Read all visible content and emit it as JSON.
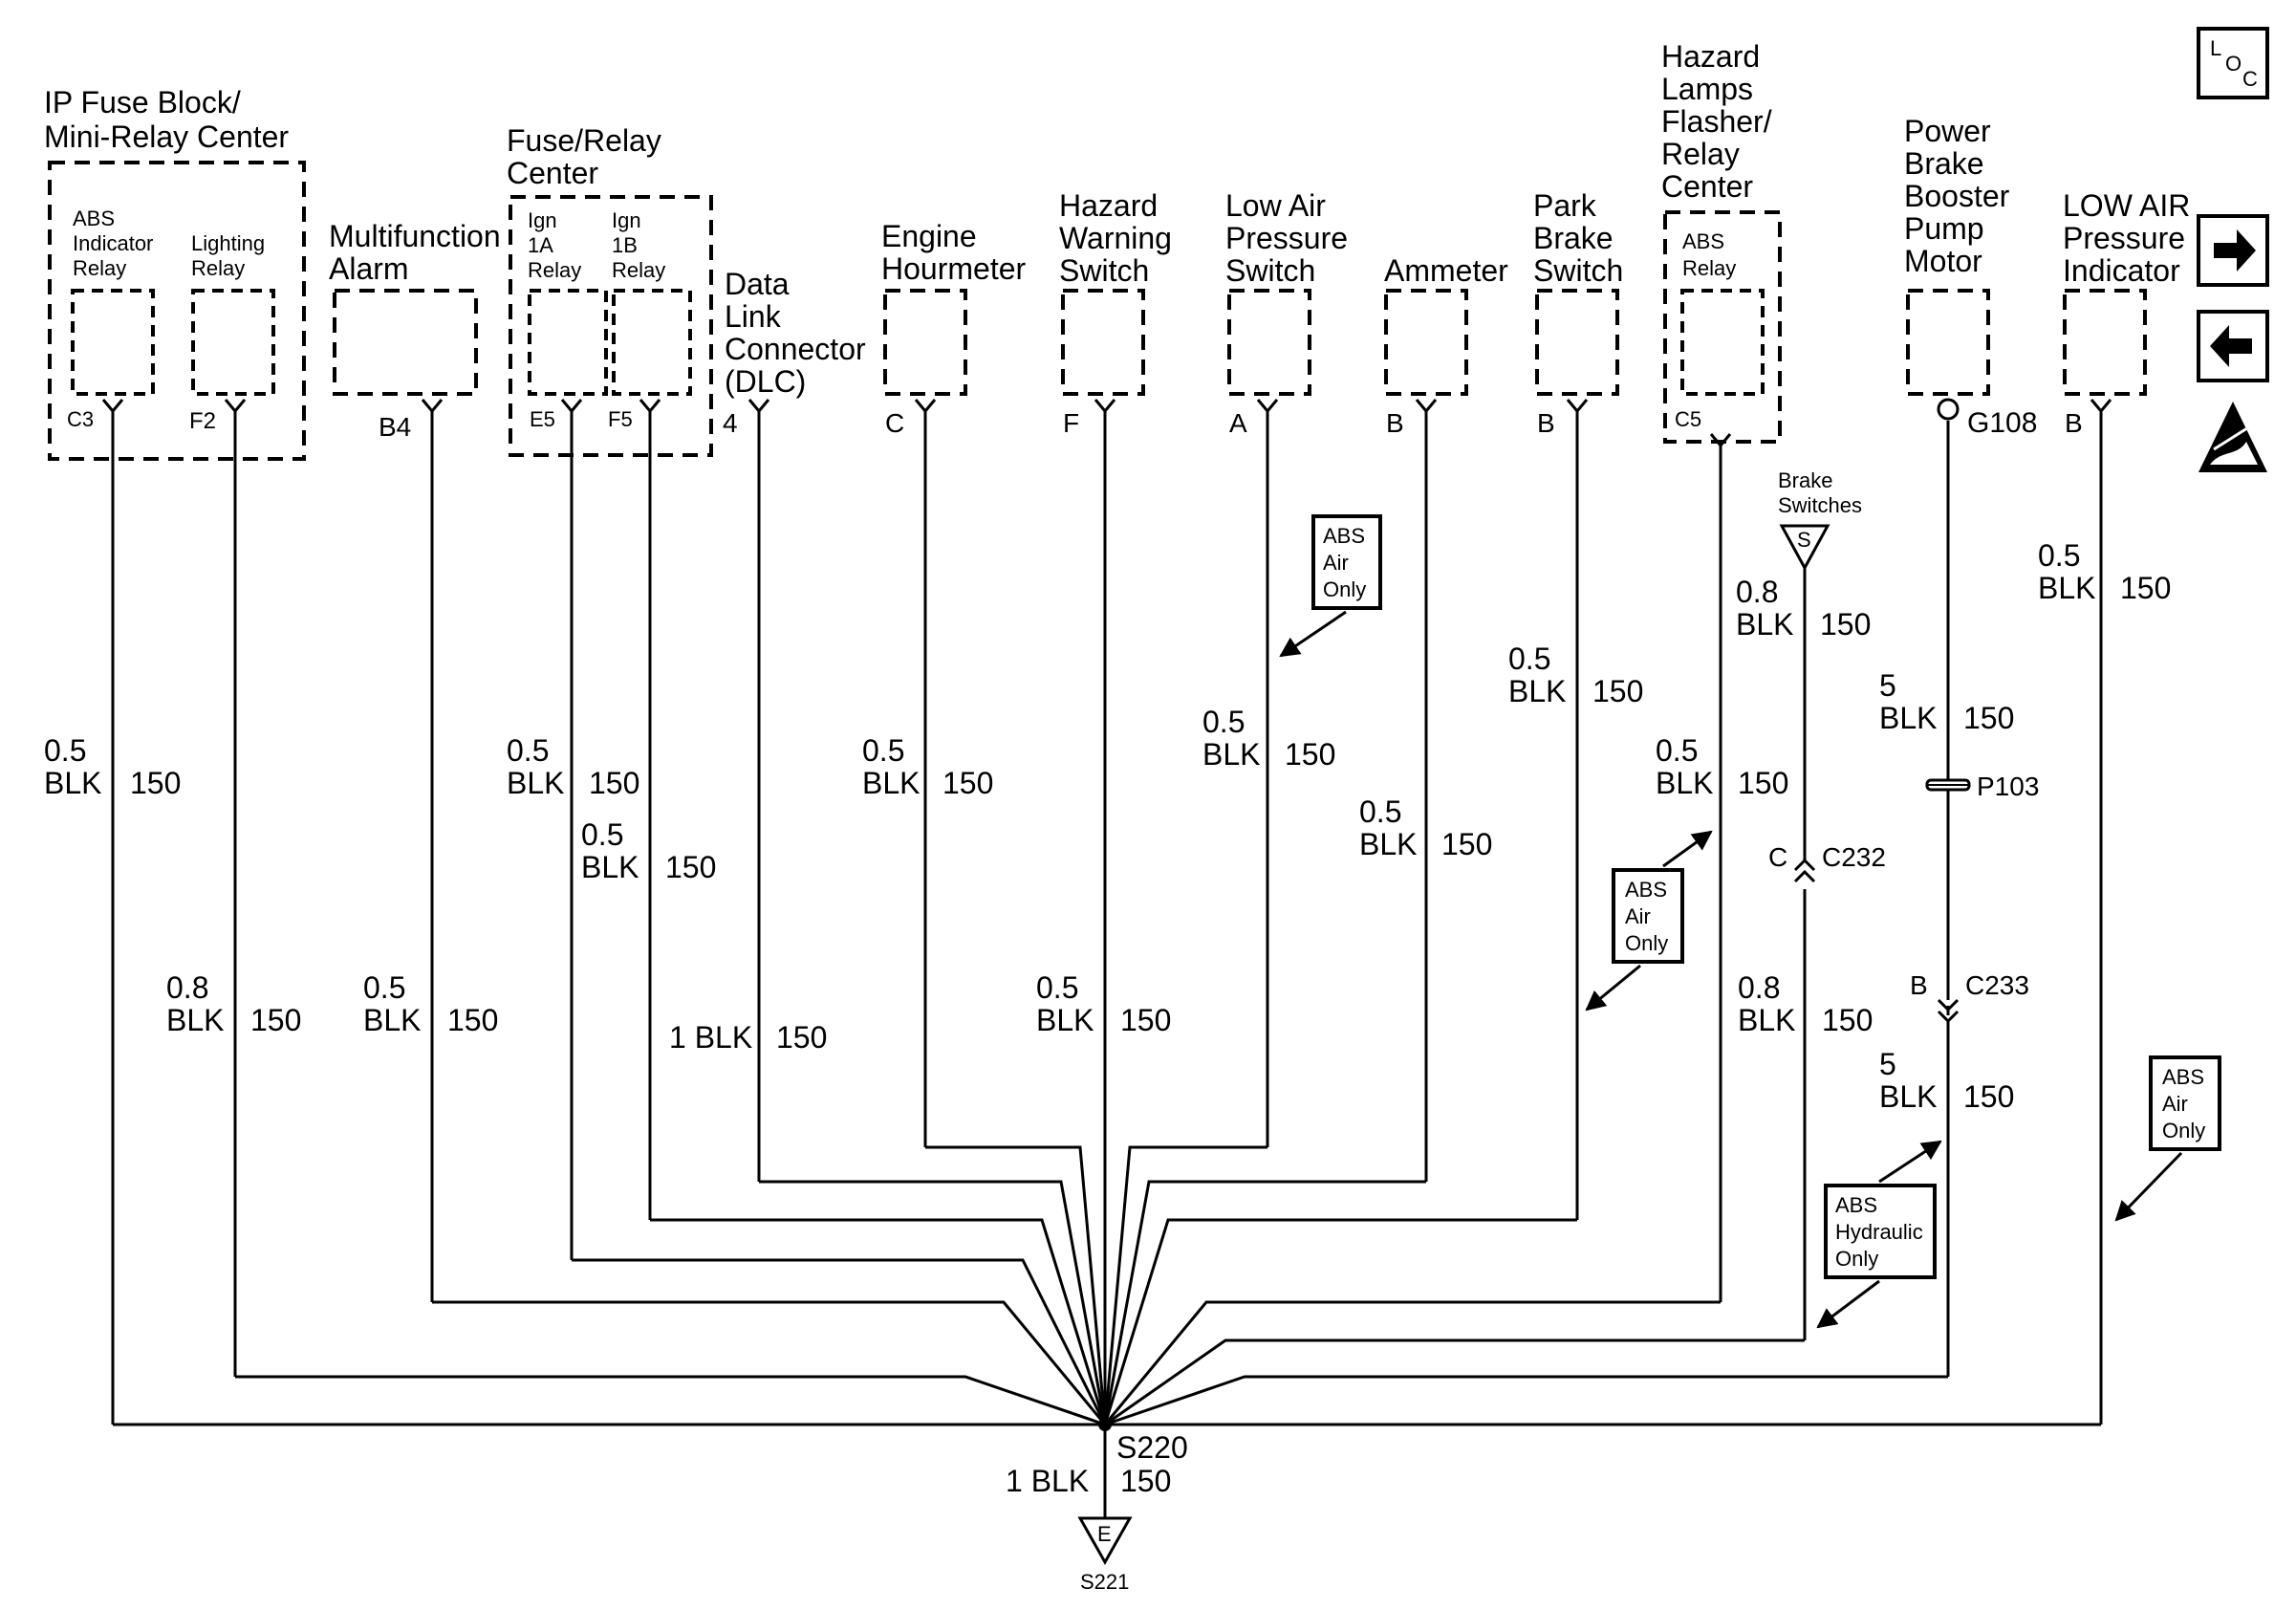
{
  "components": {
    "ip_fuse": {
      "title1": "IP Fuse Block/",
      "title2": "Mini-Relay Center",
      "abs_relay": [
        "ABS",
        "Indicator",
        "Relay"
      ],
      "light_relay": [
        "Lighting",
        "Relay"
      ],
      "pin_c3": "C3",
      "pin_f2": "F2"
    },
    "multifunction": {
      "line1": "Multifunction",
      "line2": "Alarm",
      "pin": "B4"
    },
    "fuse_relay": {
      "line1": "Fuse/Relay",
      "line2": "Center",
      "ign1a": [
        "Ign",
        "1A",
        "Relay"
      ],
      "ign1b": [
        "Ign",
        "1B",
        "Relay"
      ],
      "pin_e5": "E5",
      "pin_f5": "F5"
    },
    "dlc": {
      "lines": [
        "Data",
        "Link",
        "Connector",
        "(DLC)"
      ],
      "pin": "4"
    },
    "hourmeter": {
      "lines": [
        "Engine",
        "Hourmeter"
      ],
      "pin": "C"
    },
    "hazard_switch": {
      "lines": [
        "Hazard",
        "Warning",
        "Switch"
      ],
      "pin": "F"
    },
    "low_air_switch": {
      "lines": [
        "Low Air",
        "Pressure",
        "Switch"
      ],
      "pin": "A"
    },
    "ammeter": {
      "lines": [
        "Ammeter"
      ],
      "pin": "B"
    },
    "park_brake": {
      "lines": [
        "Park",
        "Brake",
        "Switch"
      ],
      "pin": "B"
    },
    "hazard_flasher": {
      "lines": [
        "Hazard",
        "Lamps",
        "Flasher/",
        "Relay",
        "Center"
      ],
      "abs_relay": [
        "ABS",
        "Relay"
      ],
      "pin": "C5"
    },
    "brake_switches": {
      "lines": [
        "Brake",
        "Switches"
      ],
      "symbol": "S"
    },
    "power_brake": {
      "lines": [
        "Power",
        "Brake",
        "Booster",
        "Pump",
        "Motor"
      ],
      "ground": "G108"
    },
    "low_air_indicator": {
      "lines": [
        "LOW AIR",
        "Pressure",
        "Indicator"
      ],
      "pin": "B"
    }
  },
  "wires": {
    "w1": {
      "size": "0.5",
      "color": "BLK",
      "circuit": "150"
    },
    "w2": {
      "size": "0.8",
      "color": "BLK",
      "circuit": "150"
    },
    "w3": {
      "size": "0.5",
      "color": "BLK",
      "circuit": "150"
    },
    "w4": {
      "size": "0.5",
      "color": "BLK",
      "circuit": "150"
    },
    "w5": {
      "size": "0.5",
      "color": "BLK",
      "circuit": "150"
    },
    "w6": {
      "size": "1",
      "color": "BLK",
      "circuit": "150"
    },
    "w7": {
      "size": "0.5",
      "color": "BLK",
      "circuit": "150"
    },
    "w8": {
      "size": "0.5",
      "color": "BLK",
      "circuit": "150"
    },
    "w9": {
      "size": "0.5",
      "color": "BLK",
      "circuit": "150"
    },
    "w10": {
      "size": "0.5",
      "color": "BLK",
      "circuit": "150"
    },
    "w11": {
      "size": "0.5",
      "color": "BLK",
      "circuit": "150"
    },
    "w12": {
      "size": "0.5",
      "color": "BLK",
      "circuit": "150"
    },
    "w13a": {
      "size": "0.8",
      "color": "BLK",
      "circuit": "150"
    },
    "w13b": {
      "size": "0.8",
      "color": "BLK",
      "circuit": "150"
    },
    "w14a": {
      "size": "5",
      "color": "BLK",
      "circuit": "150"
    },
    "w14b": {
      "size": "5",
      "color": "BLK",
      "circuit": "150"
    },
    "w15": {
      "size": "0.5",
      "color": "BLK",
      "circuit": "150"
    },
    "out": {
      "size": "1 BLK",
      "circuit": "150"
    }
  },
  "connectors": {
    "c232": {
      "pin": "C",
      "name": "C232"
    },
    "c233": {
      "pin": "B",
      "name": "C233"
    },
    "p103": "P103",
    "s220": "S220",
    "s221": "S221",
    "e_symbol": "E"
  },
  "notes": {
    "abs_air": [
      "ABS",
      "Air",
      "Only"
    ],
    "abs_hydraulic": [
      "ABS",
      "Hydraulic",
      "Only"
    ]
  },
  "nav": {
    "loc": {
      "l": "L",
      "o": "O",
      "c": "C"
    },
    "icons": [
      "arrow-right-icon",
      "arrow-left-icon",
      "esd-warning-icon"
    ]
  }
}
